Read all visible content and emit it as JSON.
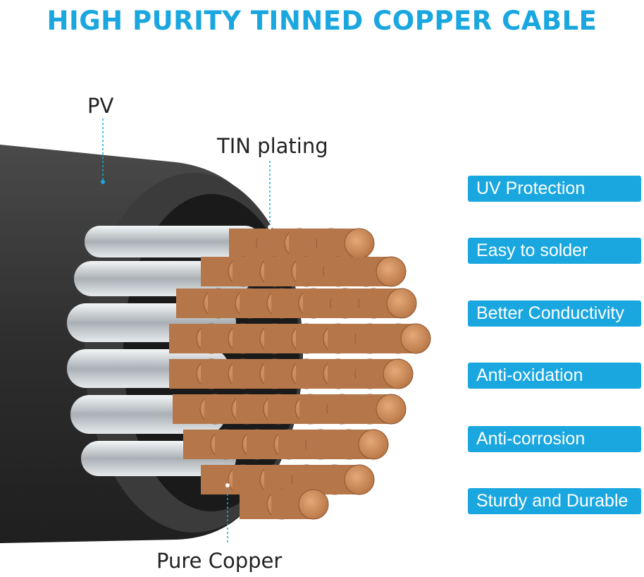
{
  "title": "HIGH PURITY TINNED COPPER CABLE",
  "labels": {
    "pv": "PV",
    "tin": "TIN plating",
    "copper": "Pure Copper"
  },
  "features": [
    "UV Protection",
    "Easy to solder",
    "Better Conductivity",
    "Anti-oxidation",
    "Anti-corrosion",
    "Sturdy and Durable"
  ],
  "colors": {
    "accent": "#1aa7e0",
    "jacket": "#3a3a3a",
    "copper": "#c98a5a",
    "tin": "#d9dde0"
  }
}
